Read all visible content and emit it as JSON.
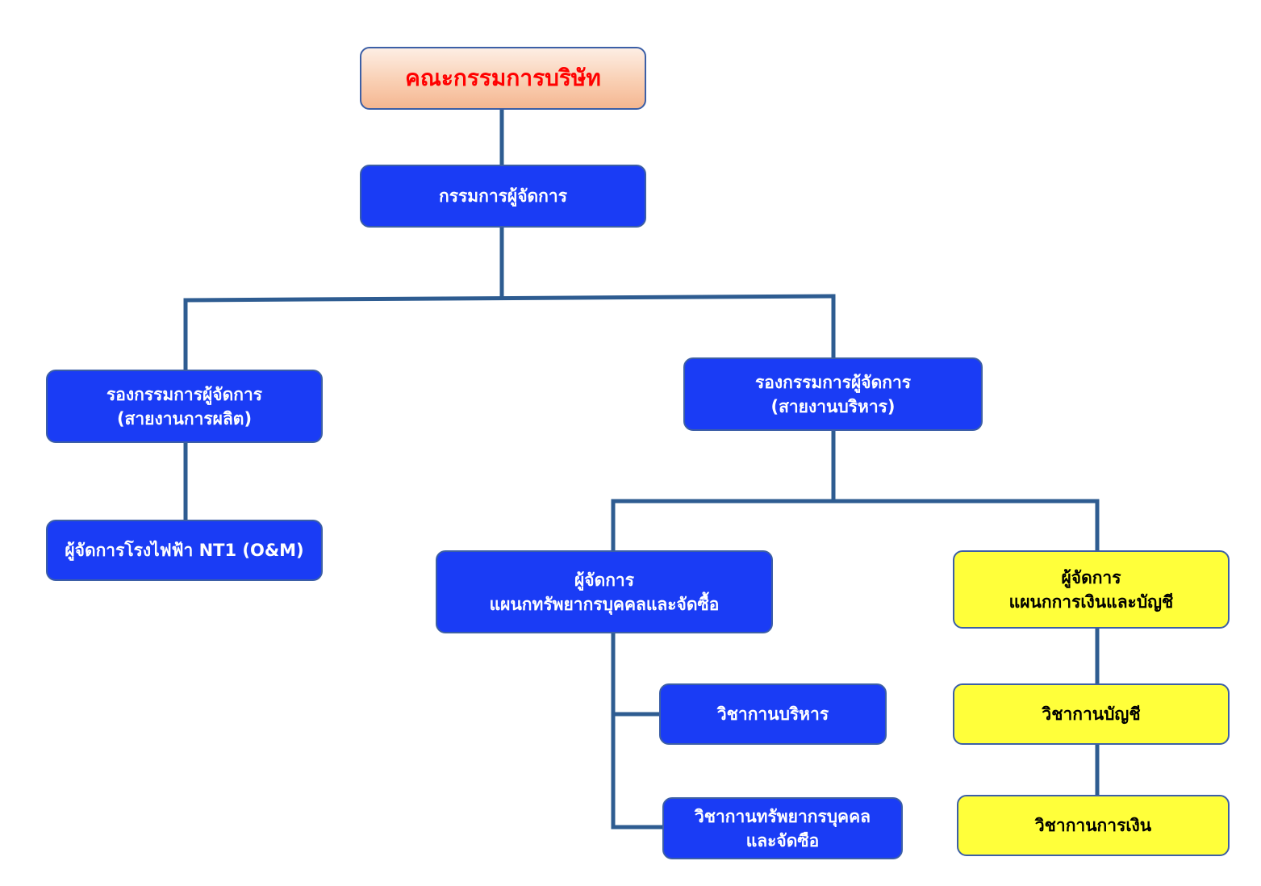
{
  "org_chart": {
    "board": {
      "label": "คณะกรรมการบริษัท"
    },
    "md": {
      "label": "กรรมการผู้จัดการ"
    },
    "deputy_production": {
      "line1": "รองกรรมการผู้จัดการ",
      "line2": "(สายงานการผลิต)"
    },
    "deputy_admin": {
      "line1": "รองกรรมการผู้จัดการ",
      "line2": "(สายงานบริหาร)"
    },
    "plant_manager": {
      "label": "ผู้จัดการโรงไฟฟ้า NT1 (O&M)"
    },
    "hr_manager": {
      "line1": "ผู้จัดการ",
      "line2": "แผนกทรัพยากรบุคคลและจัดซื้อ"
    },
    "finance_manager": {
      "line1": "ผู้จัดการ",
      "line2": "แผนกการเงินและบัญชี"
    },
    "admin_officer": {
      "label": "วิชากานบริหาร"
    },
    "hr_officer": {
      "line1": "วิชากานทรัพยากรบุคคล",
      "line2": "และจัดซือ"
    },
    "accounting_officer": {
      "label": "วิชากานบัญชี"
    },
    "finance_officer": {
      "label": "วิชากานการเงิน"
    }
  },
  "colors": {
    "blue_box": "#1a3cf5",
    "yellow_box": "#ffff3a",
    "top_box_text": "#ff0000",
    "connector": "#2e5c91"
  }
}
